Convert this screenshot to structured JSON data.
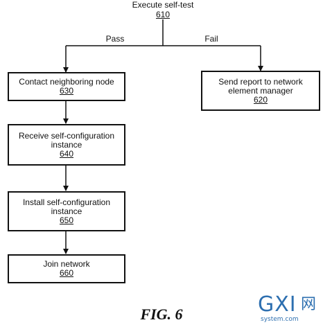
{
  "start": {
    "label": "Execute self-test",
    "ref": "610"
  },
  "branches": {
    "pass": "Pass",
    "fail": "Fail"
  },
  "steps": [
    {
      "lines": [
        "Contact neighboring node"
      ],
      "ref": "630"
    },
    {
      "lines": [
        "Receive self-configuration",
        "instance"
      ],
      "ref": "640"
    },
    {
      "lines": [
        "Install self-configuration",
        "instance"
      ],
      "ref": "650"
    },
    {
      "lines": [
        "Join network"
      ],
      "ref": "660"
    }
  ],
  "fail_step": {
    "lines": [
      "Send report to network",
      "element manager"
    ],
    "ref": "620"
  },
  "figure_label": "FIG. 6",
  "watermark": {
    "main": "GXI",
    "cn": "网",
    "sub": "system.com"
  }
}
